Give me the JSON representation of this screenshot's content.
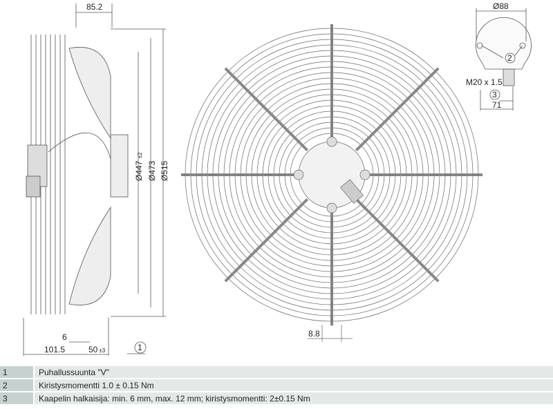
{
  "side_view": {
    "dim_depth": "85.2",
    "dim_d447": "Ø447",
    "dim_d447_tol": "±2",
    "dim_d473": "Ø473",
    "dim_d515": "Ø515",
    "dim_6": "6",
    "dim_101_5": "101.5",
    "dim_50": "50",
    "dim_50_tol": "±3",
    "callout_1": "1"
  },
  "front_view": {
    "dim_8_8": "8.8"
  },
  "detail_view": {
    "dim_d88": "Ø88",
    "callout_2": "2",
    "thread": "M20 x 1.5",
    "callout_3": "3",
    "dim_71": "71"
  },
  "notes": [
    {
      "num": "1",
      "text": "Puhallussuunta \"V\""
    },
    {
      "num": "2",
      "text": "Kiristysmomentti 1.0 ± 0.15 Nm"
    },
    {
      "num": "3",
      "text": "Kaapelin halkaisija: min. 6 mm, max. 12 mm; kiristysmomentti: 2±0.15 Nm"
    }
  ],
  "colors": {
    "line": "#555555",
    "number_cell": "#c6d1d1",
    "text_cell": "#e3e9e7"
  }
}
